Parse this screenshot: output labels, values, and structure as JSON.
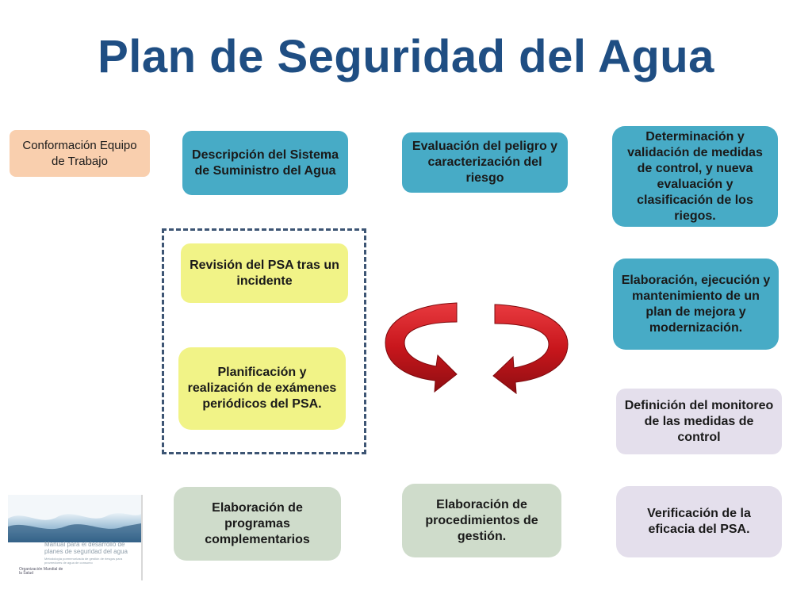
{
  "title": "Plan de Seguridad del Agua",
  "boxes": {
    "conformacion": "Conformación Equipo de Trabajo",
    "descripcion": "Descripción del Sistema de Suministro del Agua",
    "evaluacion": "Evaluación del peligro y caracterización del riesgo",
    "determinacion": "Determinación y validación de medidas de control, y nueva evaluación y clasificación de los riegos.",
    "revision": "Revisión del PSA tras un incidente",
    "elaboracion_plan": "Elaboración, ejecución y mantenimiento de un plan de mejora y modernización.",
    "planificacion": "Planificación y realización de exámenes periódicos del PSA.",
    "definicion": "Definición del monitoreo de las medidas de control",
    "programas": "Elaboración de programas complementarios",
    "procedimientos": "Elaboración de procedimientos de gestión.",
    "verificacion": "Verificación de la eficacia del PSA."
  },
  "manual_cover": {
    "title": "Manual para el desarrollo de planes de seguridad del agua",
    "subtitle": "Metodología pormenorizada de gestión de riesgos para proveedores de agua de consumo",
    "logo": "Organización Mundial de la Salud"
  },
  "colors": {
    "title": "#1f4e83",
    "blue": "#47abc6",
    "yellow": "#f1f387",
    "green": "#cfdccb",
    "lilac": "#e4dfec",
    "peach": "#f9cfae",
    "arrow": "#cc1a1f",
    "dashed_border": "#3d5574"
  }
}
